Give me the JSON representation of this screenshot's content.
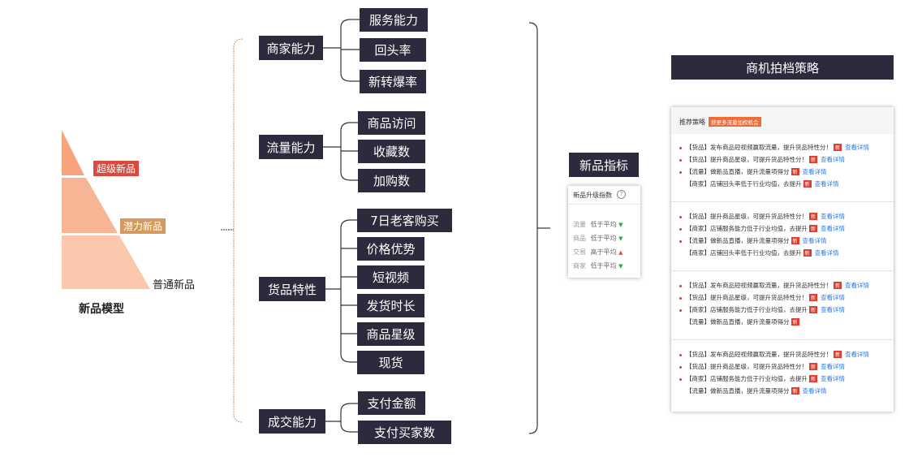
{
  "pyramid": {
    "title": "新品模型",
    "levels": [
      "超级新品",
      "潜力新品",
      "普通新品"
    ],
    "colors": [
      "#f6a37e",
      "#f8b595",
      "#fbc8ad"
    ],
    "tag_colors": [
      "#d84b3e",
      "#d59a5e"
    ]
  },
  "categories": [
    {
      "name": "商家能力",
      "items": [
        "服务能力",
        "回头率",
        "新转爆率"
      ]
    },
    {
      "name": "流量能力",
      "items": [
        "商品访问",
        "收藏数",
        "加购数"
      ]
    },
    {
      "name": "货品特性",
      "items": [
        "7日老客购买",
        "价格优势",
        "短视频",
        "发货时长",
        "商品星级",
        "现货"
      ]
    },
    {
      "name": "成交能力",
      "items": [
        "支付金额",
        "支付买家数"
      ]
    }
  ],
  "indicator": {
    "title": "新品指标",
    "panel_title": "新品升级指数",
    "help_icon": "question-circle-icon",
    "rows": [
      {
        "label": "流量",
        "value": "低于平均",
        "trend": "down"
      },
      {
        "label": "商品",
        "value": "低于平均",
        "trend": "down"
      },
      {
        "label": "交易",
        "value": "高于平均",
        "trend": "up"
      },
      {
        "label": "商家",
        "value": "低于平均",
        "trend": "down"
      }
    ]
  },
  "strategy": {
    "title": "商机拍档策略",
    "header_label": "推荐策略",
    "header_badge": "获更多流量加权机会",
    "new_badge": "新",
    "link_text": "查看详情",
    "groups": [
      [
        "【货品】发布商品短视频赢取流量，提升货品特性分！",
        "【货品】提升商品星级，可提升货品特性分！",
        "【流量】做新品直播，提升流量项得分",
        "【商家】店铺回头率低于行业均值，去提升"
      ],
      [
        "【货品】提升商品星级，可提升货品特性分！",
        "【商家】店铺服务能力低于行业均值，去提升",
        "【流量】做新品直播，提升流量项得分",
        "【商家】店铺回头率低于行业均值，去提升"
      ],
      [
        "【货品】发布商品短视频赢取流量，提升货品特性分！",
        "【货品】提升商品星级，可提升货品特性分！",
        "【商家】店铺服务能力低于行业均值，去提升",
        "【流量】做新品直播，提升流量项得分"
      ],
      [
        "【货品】发布商品短视频赢取流量，提升货品特性分！",
        "【货品】提升商品星级，可提升货品特性分！",
        "【商家】店铺服务能力低于行业均值，去提升",
        "【流量】做新品直播，提升流量项得分"
      ]
    ]
  }
}
